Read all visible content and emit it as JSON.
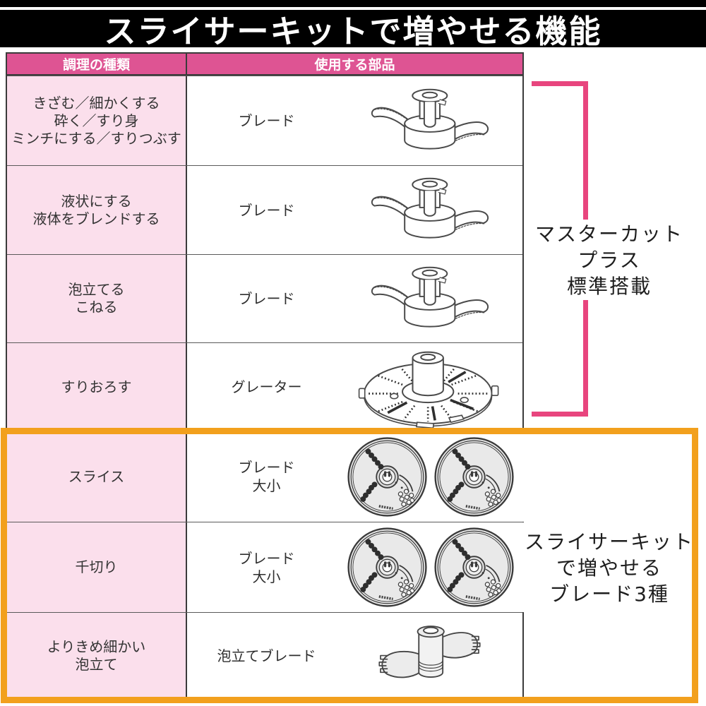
{
  "page": {
    "title": "スライサーキットで増やせる機能"
  },
  "table": {
    "col1_header": "調理の種類",
    "col2_header": "使用する部品",
    "rows": [
      {
        "cooking": [
          "きざむ／細かくする",
          "砕く／すり身",
          "ミンチにする／すりつぶす"
        ],
        "part": [
          "ブレード"
        ],
        "icon": "blade-icon"
      },
      {
        "cooking": [
          "液状にする",
          "液体をブレンドする"
        ],
        "part": [
          "ブレード"
        ],
        "icon": "blade-icon"
      },
      {
        "cooking": [
          "泡立てる",
          "こねる"
        ],
        "part": [
          "ブレード"
        ],
        "icon": "blade-icon"
      },
      {
        "cooking": [
          "すりおろす"
        ],
        "part": [
          "グレーター"
        ],
        "icon": "grater-disc-icon"
      },
      {
        "cooking": [
          "スライス"
        ],
        "part": [
          "ブレード",
          "大小"
        ],
        "icon": "slicer-disc-pair-icon"
      },
      {
        "cooking": [
          "千切り"
        ],
        "part": [
          "ブレード",
          "大小"
        ],
        "icon": "slicer-disc-pair-icon"
      },
      {
        "cooking": [
          "よりきめ細かい",
          "泡立て"
        ],
        "part": [
          "泡立てブレード"
        ],
        "icon": "whisk-blade-icon"
      }
    ]
  },
  "annotations": {
    "master_cut": {
      "lines": [
        "マスターカット",
        "プラス",
        "標準搭載"
      ],
      "bracket_color": "#e8457e"
    },
    "slicer_kit": {
      "lines": [
        "スライサーキット",
        "で増やせる",
        "ブレード3種"
      ],
      "box_color": "#f2a01d"
    }
  },
  "colors": {
    "title_bg": "#000000",
    "title_fg": "#ffffff",
    "table_header_bg": "#de5493",
    "table_header_fg": "#ffffff",
    "row_label_bg": "#fbdfec",
    "body_text": "#333333",
    "highlight_orange": "#f2a01d",
    "bracket_pink": "#e8457e"
  }
}
